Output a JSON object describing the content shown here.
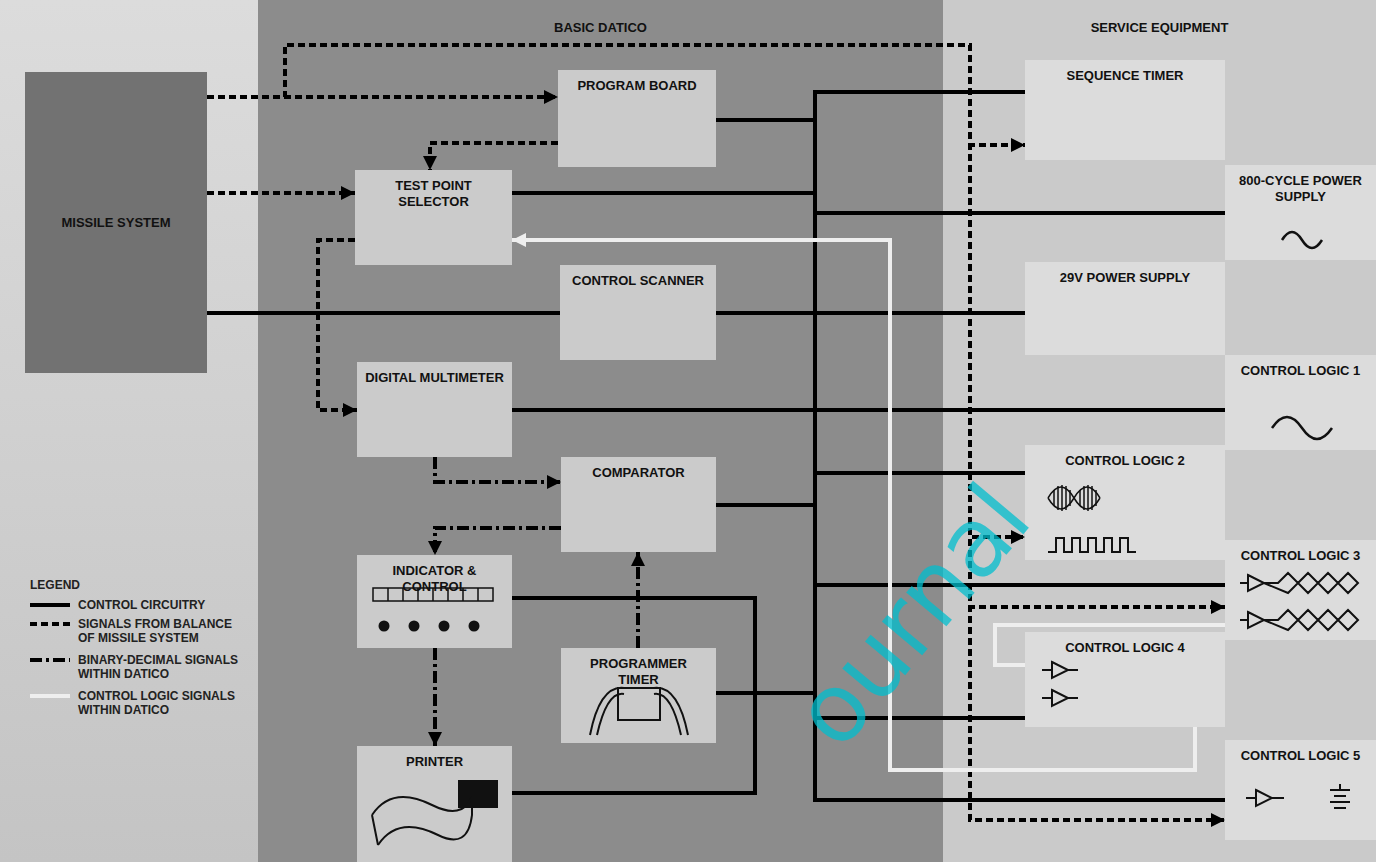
{
  "diagram": {
    "nodes": [
      {
        "text": [
          "MISSILE SYSTEM"
        ]
      },
      {
        "text": [
          "BASIC DATICO"
        ]
      },
      {
        "text": [
          "PROGRAM BOARD"
        ],
        "in": 1
      },
      {
        "text": [
          "TEST POINT SELECTOR"
        ],
        "in": 1
      },
      {
        "text": [
          "CONTROL SCANNER"
        ],
        "in": 1
      },
      {
        "text": [
          "DIGITAL MULTIMETER"
        ],
        "in": 1
      },
      {
        "text": [
          "COMPARATOR"
        ],
        "in": 1
      },
      {
        "text": [
          "INDICATOR & CONTROL"
        ],
        "in": 1
      },
      {
        "text": [
          "PROGRAMMER TIMER"
        ],
        "in": 1
      },
      {
        "text": [
          "PRINTER"
        ],
        "in": 1
      },
      {
        "text": [
          "SERVICE EQUIPMENT"
        ]
      },
      {
        "text": [
          "SEQUENCE TIMER"
        ],
        "in": 10
      },
      {
        "text": [
          "800-CYCLE POWER SUPPLY"
        ],
        "in": 10
      },
      {
        "text": [
          "29V POWER SUPPLY"
        ],
        "in": 10
      },
      {
        "text": [
          "CONTROL LOGIC 1"
        ],
        "in": 10
      },
      {
        "text": [
          "CONTROL LOGIC 2"
        ],
        "in": 10
      },
      {
        "text": [
          "CONTROL LOGIC 3"
        ],
        "in": 10
      },
      {
        "text": [
          "CONTROL LOGIC 4"
        ],
        "in": 10
      },
      {
        "text": [
          "CONTROL LOGIC 5"
        ],
        "in": 10
      }
    ],
    "edges": [
      {
        "from": 0,
        "to": 2,
        "arrow": "to"
      },
      {
        "from": 0,
        "to": 3,
        "arrow": "to"
      },
      {
        "from": 2,
        "to": 3,
        "arrow": "to"
      },
      {
        "from": 3,
        "to": 5,
        "arrow": "to"
      },
      {
        "from": 5,
        "to": 6,
        "arrow": "to"
      },
      {
        "from": 6,
        "to": 7,
        "arrow": "to"
      },
      {
        "from": 8,
        "to": 6,
        "arrow": "to"
      },
      {
        "from": 7,
        "to": 9,
        "arrow": "to"
      },
      {
        "from": 0,
        "to": 4,
        "arrow": "none"
      },
      {
        "from": 4,
        "to": 13,
        "arrow": "none"
      },
      {
        "from": 5,
        "to": 14,
        "arrow": "none"
      },
      {
        "from": 7,
        "to": 9,
        "arrow": "none"
      },
      {
        "from": 0,
        "to": 11,
        "arrow": "to"
      },
      {
        "from": 0,
        "to": 15,
        "arrow": "to"
      },
      {
        "from": 0,
        "to": 16,
        "arrow": "to"
      },
      {
        "from": 0,
        "to": 18,
        "arrow": "to"
      },
      {
        "from": 17,
        "to": 3,
        "arrow": "to"
      },
      {
        "from": 16,
        "to": 17,
        "arrow": "none"
      }
    ],
    "labels": [
      "LEGEND",
      "ournal"
    ],
    "legend": [
      {
        "text": "CONTROL CIRCUITRY"
      },
      {
        "text": "SIGNALS FROM BALANCE OF MISSILE SYSTEM"
      },
      {
        "text": "BINARY-DECIMAL SIGNALS WITHIN DATICO"
      },
      {
        "text": "CONTROL LOGIC SIGNALS WITHIN DATICO"
      }
    ]
  }
}
